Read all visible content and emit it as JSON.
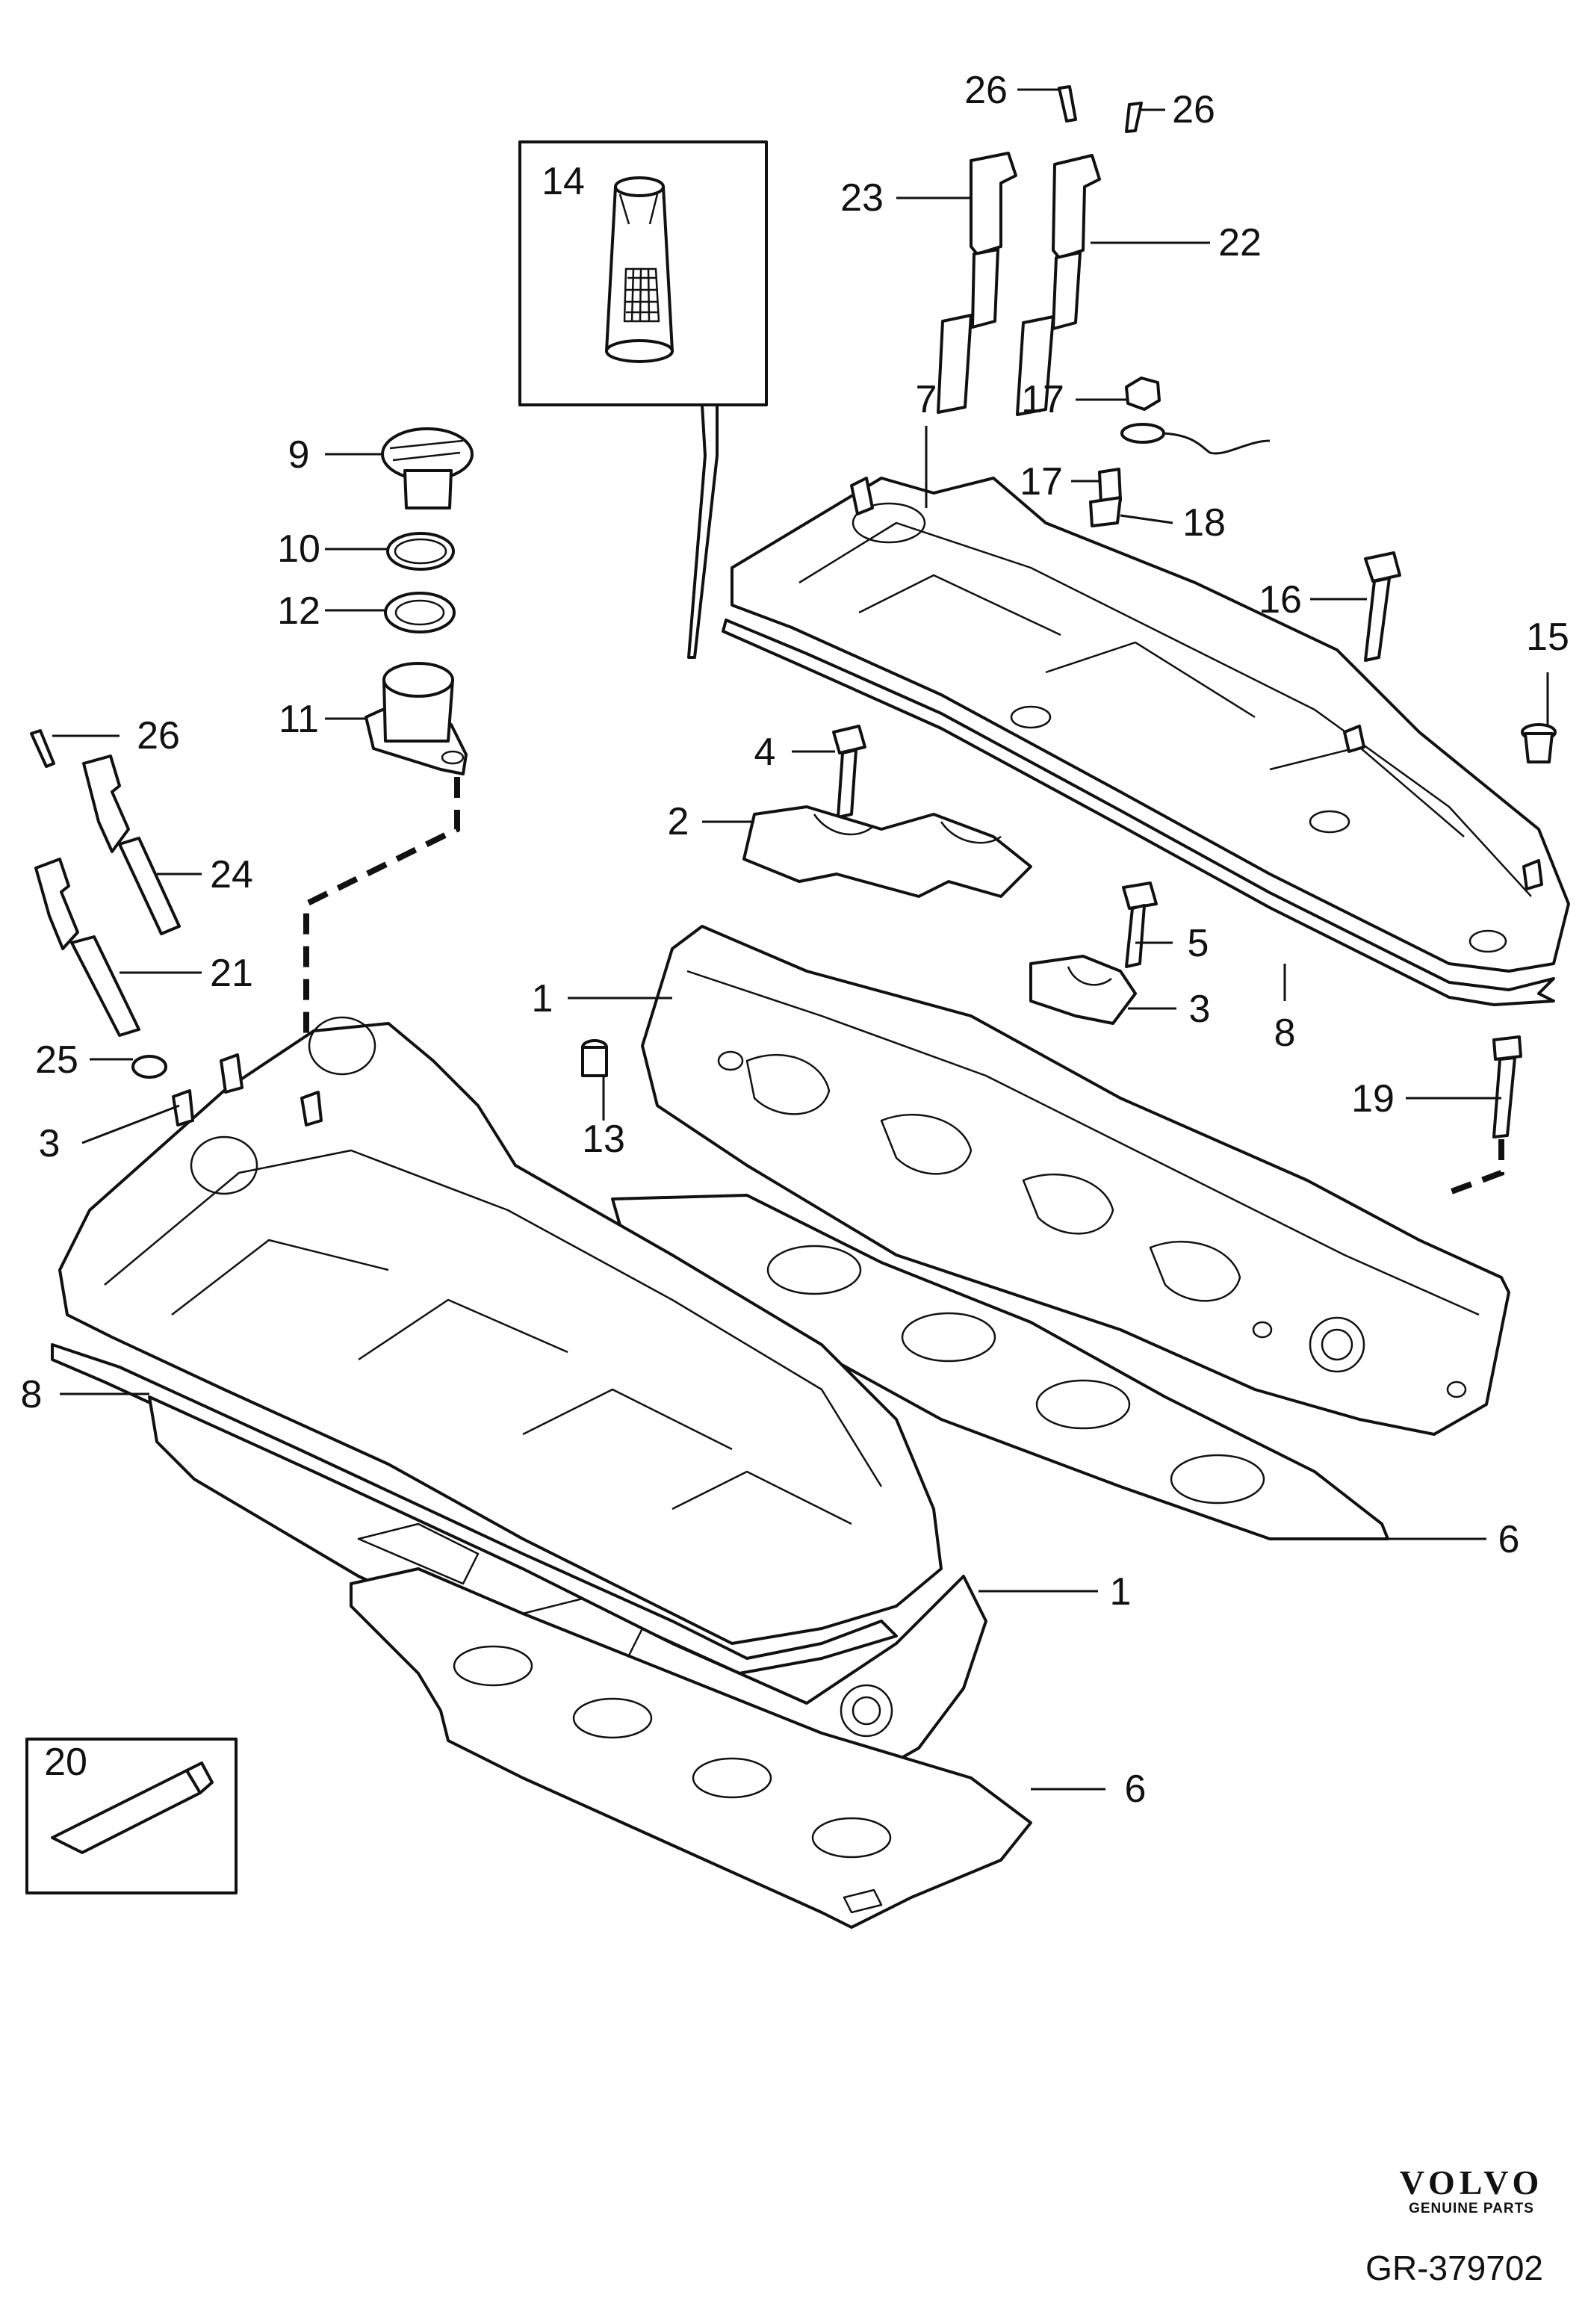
{
  "callouts": {
    "c26a": "26",
    "c26b": "26",
    "c23": "23",
    "c22": "22",
    "c14": "14",
    "c7": "7",
    "c17a": "17",
    "c17b": "17",
    "c18": "18",
    "c9": "9",
    "c10": "10",
    "c12": "12",
    "c11": "11",
    "c16": "16",
    "c15": "15",
    "c4": "4",
    "c2": "2",
    "c26c": "26",
    "c24": "24",
    "c5": "5",
    "c3a": "3",
    "c21": "21",
    "c1a": "1",
    "c8a": "8",
    "c25": "25",
    "c13": "13",
    "c19": "19",
    "c3b": "3",
    "c8b": "8",
    "c6a": "6",
    "c1b": "1",
    "c20": "20",
    "c6b": "6"
  },
  "brand": {
    "name": "VOLVO",
    "sub": "GENUINE PARTS",
    "reference": "GR-379702"
  }
}
